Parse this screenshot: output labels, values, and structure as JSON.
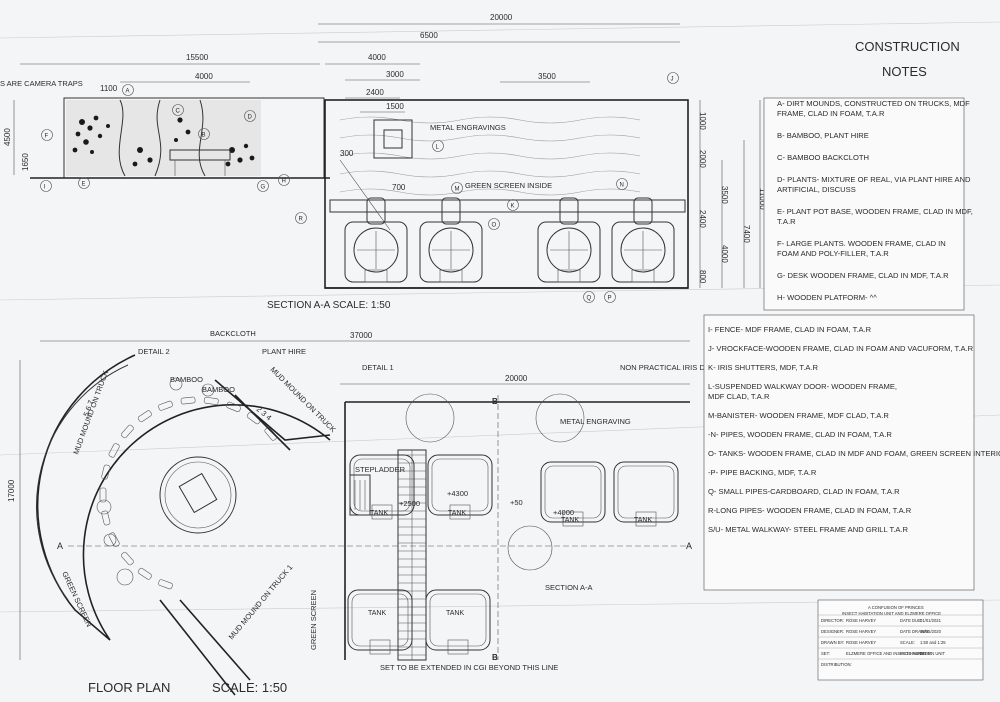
{
  "section": {
    "title": "SECTION A-A  SCALE: 1:50",
    "dims": {
      "d20000": "20000",
      "d6500": "6500",
      "d15500": "15500",
      "d4000a": "4000",
      "d1100": "1100",
      "d4000b": "4000",
      "d3000": "3000",
      "d3500": "3500",
      "d2400": "2400",
      "d1500": "1500",
      "d4500": "4500",
      "d1650": "1650",
      "d300": "300",
      "d700": "700",
      "r1000": "1000",
      "r2000": "2000",
      "r3500": "3500",
      "r2400": "2400",
      "r800": "800",
      "r7400": "7400",
      "r4000": "4000",
      "r11000": "11000"
    },
    "labels": {
      "camera": "S ARE CAMERA TRAPS",
      "metal": "METAL ENGRAVINGS",
      "green": "GREEN SCREEN INSIDE"
    },
    "letters": [
      "A",
      "B",
      "C",
      "D",
      "E",
      "F",
      "G",
      "H",
      "I",
      "J",
      "K",
      "L",
      "M",
      "N",
      "O",
      "P",
      "Q",
      "R"
    ]
  },
  "plan": {
    "title": "FLOOR PLAN",
    "scale": "SCALE:  1:50",
    "dims": {
      "d37000": "37000",
      "d20000": "20000",
      "d17000": "17000"
    },
    "labels": {
      "backcloth": "BACKCLOTH",
      "detail2": "DETAIL 2",
      "planthire": "PLANT HIRE",
      "detail1": "DETAIL 1",
      "mud_truck": "MUD MOUND ON TRUCK",
      "mud_truck2": "MUD MOUND ON TRUCK",
      "mud_truck1": "MUD MOUND ON TRUCK 1",
      "green_screen": "GREEN SCREEN",
      "green_screen2": "GREEN SCREEN",
      "iris": "NON PRACTICAL IRIS DOOR",
      "metal_eng": "METAL ENGRAVING",
      "stepladder": "STEPLADDER",
      "section_aa": "SECTION A-A",
      "extend": "SET TO BE EXTENDED IN CGI BEYOND THIS LINE",
      "bamboo1": "BAMBOO",
      "bamboo2": "BAMBOO",
      "mark_a_left": "A",
      "mark_a_right": "A",
      "mark_b_top": "B",
      "mark_b_bottom": "B",
      "level1": "+4300",
      "level2": "+2500",
      "level3": "+50",
      "level4": "+4000",
      "nums_left": "5  6  7",
      "nums_right": "2  3  4"
    },
    "tanks": [
      "TANK",
      "TANK",
      "TANK",
      "TANK",
      "TANK",
      "TANK"
    ]
  },
  "notes": {
    "title1": "CONSTRUCTION",
    "title2": "NOTES",
    "items": [
      [
        "A- DIRT MOUNDS, CONSTRUCTED ON TRUCKS, MDF",
        "FRAME, CLAD IN FOAM, T.A.R"
      ],
      [
        "B- BAMBOO, PLANT HIRE"
      ],
      [
        "C- BAMBOO BACKCLOTH"
      ],
      [
        "D- PLANTS- MIXTURE OF REAL, VIA PLANT HIRE AND",
        "ARTIFICIAL, DISCUSS"
      ],
      [
        "E- PLANT POT BASE, WOODEN FRAME, CLAD IN MDF,",
        "T.A.R"
      ],
      [
        "F- LARGE PLANTS. WOODEN FRAME, CLAD IN",
        "FOAM AND POLY-FILLER, T.A.R"
      ],
      [
        "G- DESK WOODEN FRAME, CLAD IN MDF, T.A.R"
      ],
      [
        "H- WOODEN PLATFORM- ^^"
      ],
      [
        "I- FENCE- MDF FRAME, CLAD IN FOAM, T.A.R"
      ],
      [
        "J- VROCKFACE-WOODEN FRAME, CLAD IN FOAM AND VACUFORM, T.A.R"
      ],
      [
        "K- IRIS SHUTTERS, MDF, T.A.R"
      ],
      [
        "L-SUSPENDED WALKWAY DOOR- WOODEN FRAME,",
        "MDF CLAD, T.A.R"
      ],
      [
        "M-BANISTER- WOODEN FRAME, MDF CLAD, T.A.R"
      ],
      [
        "-N- PIPES, WOODEN FRAME, CLAD IN FOAM, T.A.R"
      ],
      [
        "O- TANKS- WOODEN FRAME, CLAD IN MDF AND FOAM, GREEN SCREEN INTERIOR, T.A.R"
      ],
      [
        "-P- PIPE BACKING, MDF, T.A.R"
      ],
      [
        "Q- SMALL PIPES-CARDBOARD, CLAD IN FOAM, T.A.R"
      ],
      [
        "R-LONG PIPES- WOODEN FRAME, CLAD IN FOAM, T.A.R"
      ],
      [
        "S/U- METAL WALKWAY- STEEL FRAME AND GRILL T.A.R"
      ]
    ]
  },
  "title_block": {
    "heading1": "A CONFUSION OF PRINCES",
    "heading2": "INSECT HABITATION UNIT AND ELZMERE OFFICE",
    "rows": [
      [
        "DIRECTOR:",
        "ROSE HARVEY",
        "DATE DUE:",
        "01/01/2021"
      ],
      [
        "DESIGNER:",
        "ROSE HARVEY",
        "DATE DRAWN:",
        "05/05/2020"
      ],
      [
        "DRAWN BY:",
        "ROSE HARVEY",
        "SCALE:",
        "1:50 and 1:25"
      ],
      [
        "SET:",
        "ELZMERE OFFICE AND INSECT HABITATION UNIT",
        "PAGE NUMBER:",
        "01"
      ],
      [
        "DISTRIBUTION:",
        "",
        "",
        ""
      ]
    ]
  }
}
